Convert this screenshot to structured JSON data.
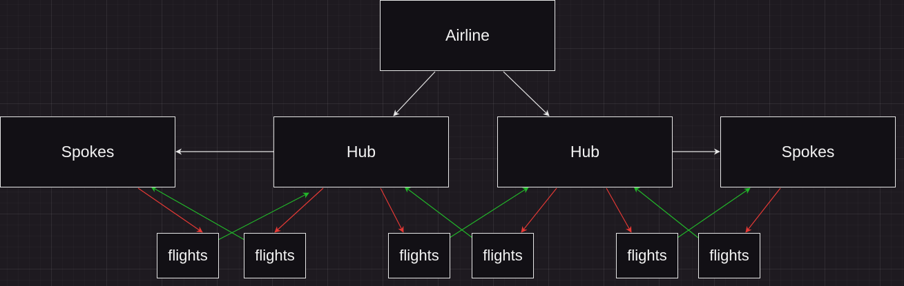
{
  "colors": {
    "background": "#1e1a20",
    "node_fill": "#121015",
    "node_border": "#e8e8e8",
    "text": "#f2f2f2",
    "edge_white": "#e6e6e6",
    "edge_red": "#e53935",
    "edge_green": "#22b82a"
  },
  "nodes": {
    "airline": {
      "label": "Airline"
    },
    "hub_left": {
      "label": "Hub"
    },
    "hub_right": {
      "label": "Hub"
    },
    "spokes_left": {
      "label": "Spokes"
    },
    "spokes_right": {
      "label": "Spokes"
    },
    "flights_1": {
      "label": "flights"
    },
    "flights_2": {
      "label": "flights"
    },
    "flights_3": {
      "label": "flights"
    },
    "flights_4": {
      "label": "flights"
    },
    "flights_5": {
      "label": "flights"
    },
    "flights_6": {
      "label": "flights"
    }
  }
}
